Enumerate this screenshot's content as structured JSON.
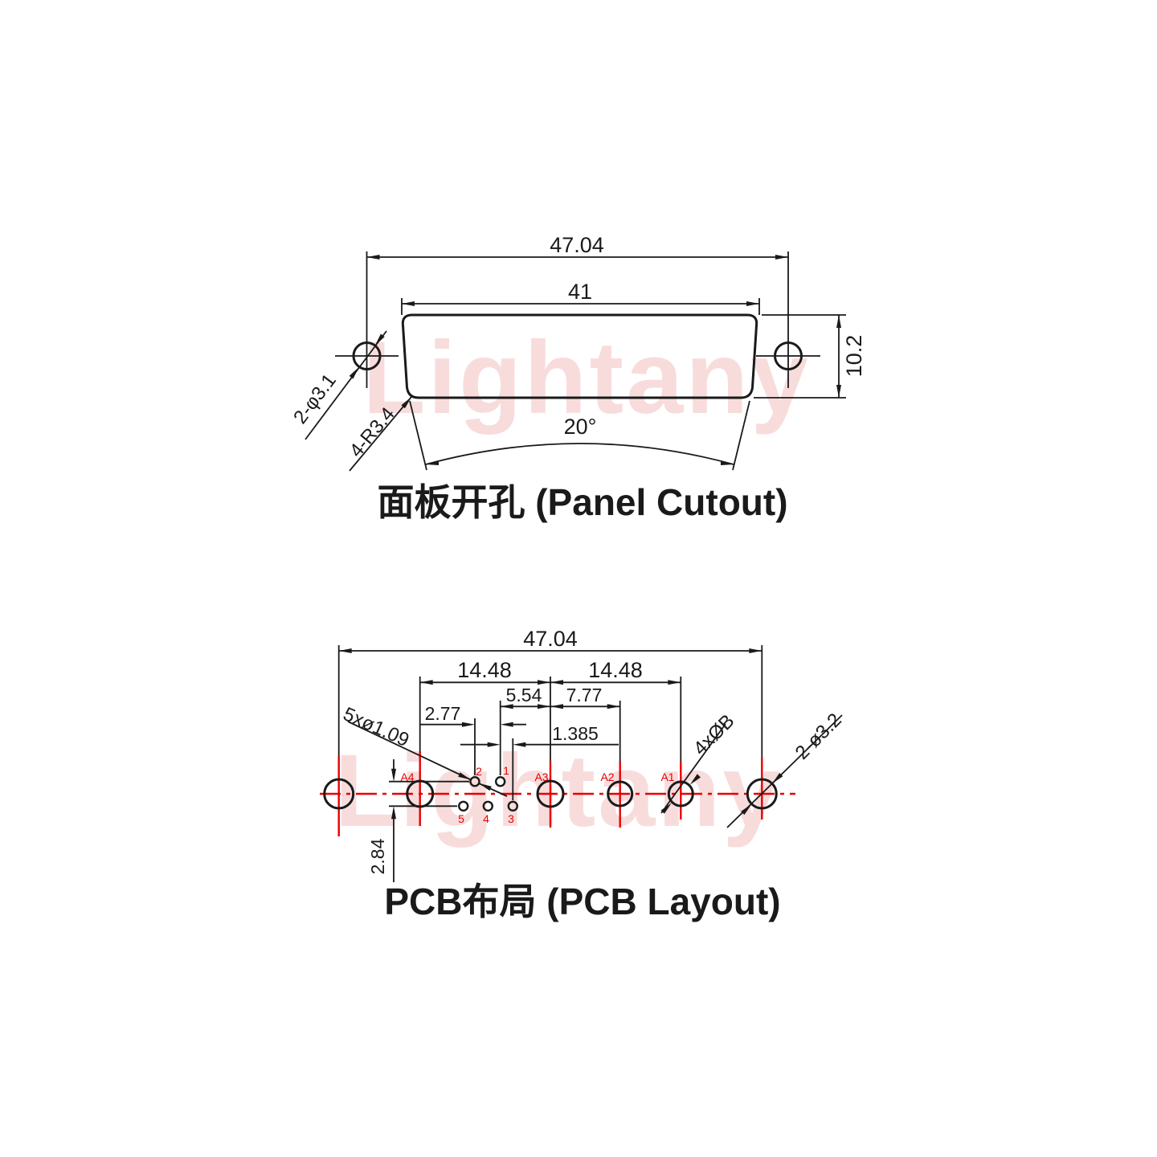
{
  "watermark": {
    "text": "Lightany"
  },
  "panel_cutout": {
    "title": "面板开孔 (Panel Cutout)",
    "dim_outer_width": "47.04",
    "dim_cutout_width": "41",
    "dim_cutout_height": "10.2",
    "dim_side_angle": "20°",
    "label_mounting_holes": "2-φ3.1",
    "label_corner_radius": "4-R3.4"
  },
  "pcb_layout": {
    "title": "PCB布局 (PCB Layout)",
    "dim_mount_span": "47.04",
    "dim_a4_a3": "14.48",
    "dim_a3_a1": "14.48",
    "dim_pin1_a3": "5.54",
    "dim_a3_a2": "7.77",
    "dim_pin2_pin1": "2.77",
    "dim_pin1_pin3": "1.385",
    "dim_row_spacing": "2.84",
    "label_signal_pins": "5xø1.09",
    "label_coax_contacts": "4xØB",
    "label_mounting_holes": "2-ø3.2",
    "contacts": {
      "a1": "A1",
      "a2": "A2",
      "a3": "A3",
      "a4": "A4"
    },
    "pins": {
      "p1": "1",
      "p2": "2",
      "p3": "3",
      "p4": "4",
      "p5": "5"
    }
  }
}
